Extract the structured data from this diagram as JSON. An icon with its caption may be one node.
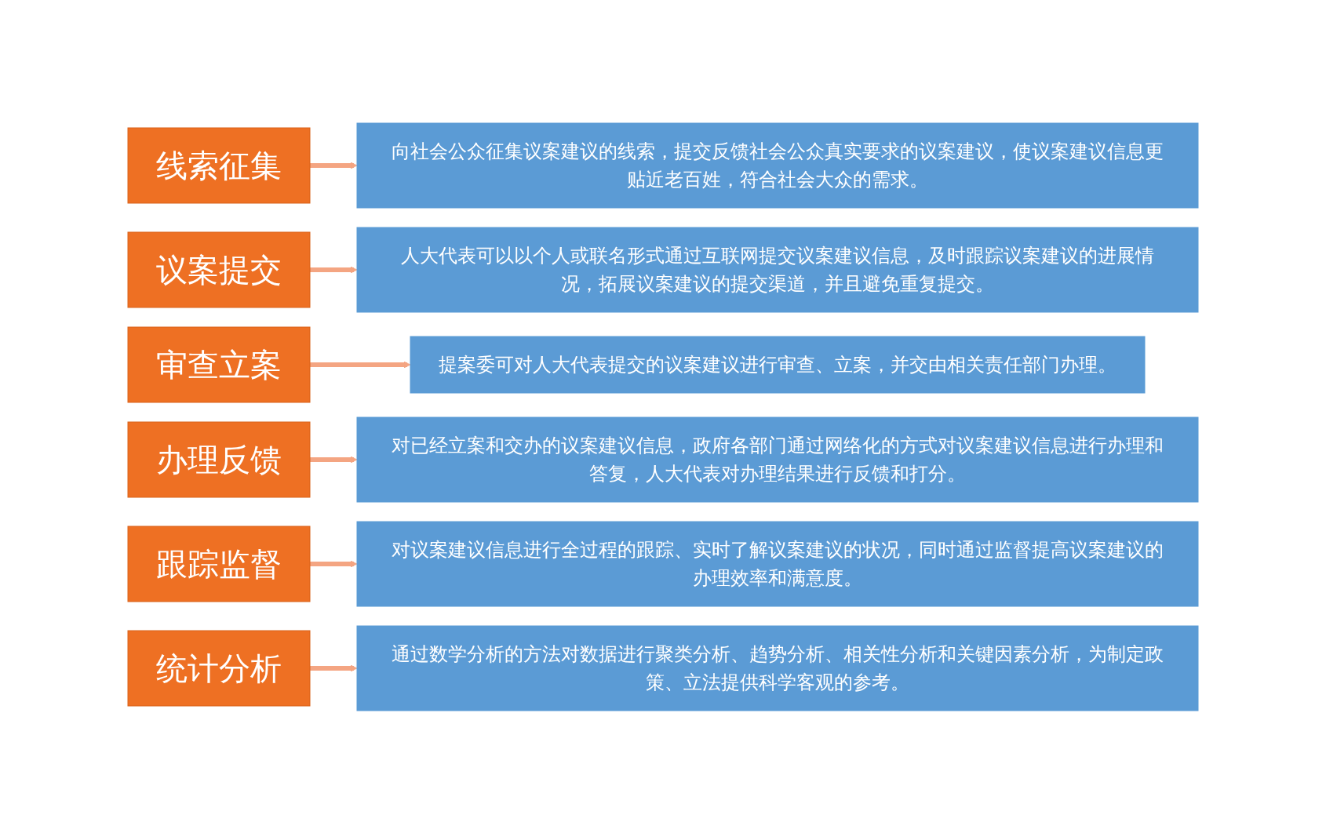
{
  "diagram": {
    "nodes": [
      {
        "text": [
          "线索征集"
        ]
      },
      {
        "text": [
          "向社会公众征集议案建议的线索，提交反馈社会公众真实要求的议案建议，使议案建议信息更贴近老百姓，符合社会大众的需求。"
        ]
      },
      {
        "text": [
          "议案提交"
        ]
      },
      {
        "text": [
          "人大代表可以以个人或联名形式通过互联网提交议案建议信息，及时跟踪议案建议的进展情况，拓展议案建议的提交渠道，并且避免重复提交。"
        ]
      },
      {
        "text": [
          "审查立案"
        ]
      },
      {
        "text": [
          "提案委可对人大代表提交的议案建议进行审查、立案，并交由相关责任部门办理。"
        ]
      },
      {
        "text": [
          "办理反馈"
        ]
      },
      {
        "text": [
          "对已经立案和交办的议案建议信息，政府各部门通过网络化的方式对议案建议信息进行办理和答复，人大代表对办理结果进行反馈和打分。"
        ]
      },
      {
        "text": [
          "跟踪监督"
        ]
      },
      {
        "text": [
          "对议案建议信息进行全过程的跟踪、实时了解议案建议的状况，同时通过监督提高议案建议的办理效率和满意度。"
        ]
      },
      {
        "text": [
          "统计分析"
        ]
      },
      {
        "text": [
          "通过数学分析的方法对数据进行聚类分析、趋势分析、相关性分析和关键因素分析，为制定政策、立法提供科学客观的参考。"
        ]
      }
    ],
    "edges": [
      {
        "from": 0,
        "to": 1,
        "arrow": "to"
      },
      {
        "from": 2,
        "to": 3,
        "arrow": "to"
      },
      {
        "from": 4,
        "to": 5,
        "arrow": "to"
      },
      {
        "from": 6,
        "to": 7,
        "arrow": "to"
      },
      {
        "from": 8,
        "to": 9,
        "arrow": "to"
      },
      {
        "from": 10,
        "to": 11,
        "arrow": "to"
      }
    ]
  }
}
